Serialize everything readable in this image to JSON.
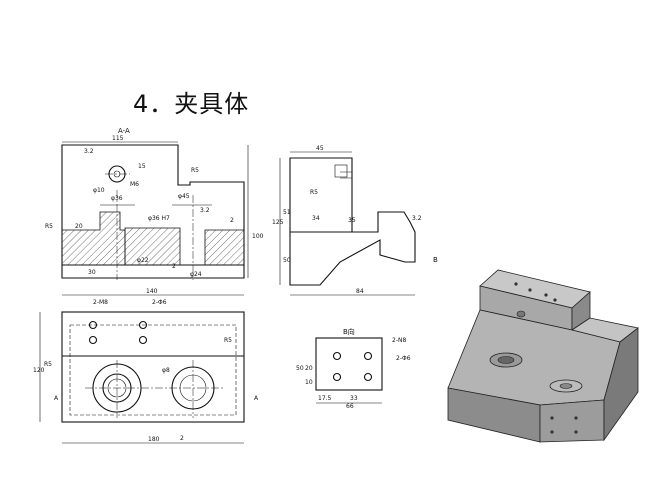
{
  "title": "4．夹具体",
  "section_view": {
    "label": "A-A",
    "dims": {
      "width_top": "115",
      "r5_top": "R5",
      "d10": "φ10",
      "m6": "M6",
      "phi36": "φ36",
      "phi45": "φ45",
      "phi36_tol": "φ36 H7",
      "phi22": "φ22",
      "phi24": "φ24",
      "r5_left": "R5",
      "h20": "20",
      "h30": "30",
      "h100": "100",
      "h2a": "2",
      "h2b": "2",
      "h15": "15",
      "w140": "140",
      "rough1": "3.2",
      "rough2": "3.2"
    }
  },
  "side_view": {
    "dims": {
      "w45": "45",
      "r5": "R5",
      "h51": "51",
      "h125": "125",
      "h50": "50",
      "w34": "34",
      "w84": "84",
      "d35": "35",
      "rough": "3.2",
      "b_label": "B"
    }
  },
  "top_view": {
    "dims": {
      "m8": "2-M8",
      "holes": "2-Φ6",
      "r5": "R5",
      "r5_right": "R5",
      "phi8": "φ8",
      "h120": "120",
      "w180": "180",
      "h2": "2",
      "sec_a1": "A",
      "sec_a2": "A"
    }
  },
  "b_view": {
    "label": "B向",
    "dims": {
      "n8": "2-N8",
      "holes": "2-Φ6",
      "h50": "50",
      "h20": "20",
      "h10": "10",
      "w17_5": "17.5",
      "w33": "33",
      "w66": "66"
    }
  }
}
